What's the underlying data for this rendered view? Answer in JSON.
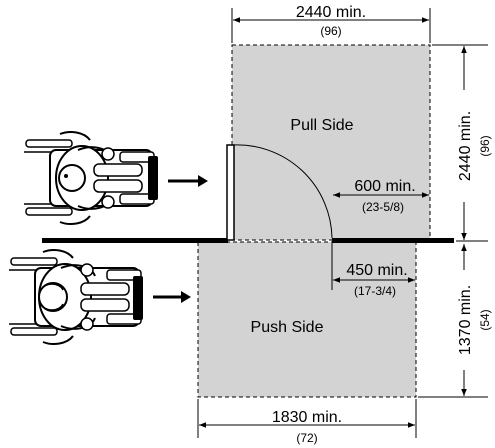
{
  "diagram": {
    "pull_side": {
      "label": "Pull Side"
    },
    "push_side": {
      "label": "Push Side"
    },
    "dimensions": {
      "pull_width": {
        "main": "2440 min.",
        "sub": "(96)"
      },
      "pull_depth": {
        "main": "2440 min.",
        "sub": "(96)"
      },
      "latch_pull": {
        "main": "600 min.",
        "sub": "(23-5/8)"
      },
      "latch_push": {
        "main": "450 min.",
        "sub": "(17-3/4)"
      },
      "push_depth": {
        "main": "1370 min.",
        "sub": "(54)"
      },
      "push_width": {
        "main": "1830 min.",
        "sub": "(72)"
      }
    },
    "colors": {
      "clear_space": "#d3d3d3",
      "ink": "#000000"
    },
    "icons": [
      "wheelchair-user-icon",
      "arrow-right-icon"
    ]
  }
}
